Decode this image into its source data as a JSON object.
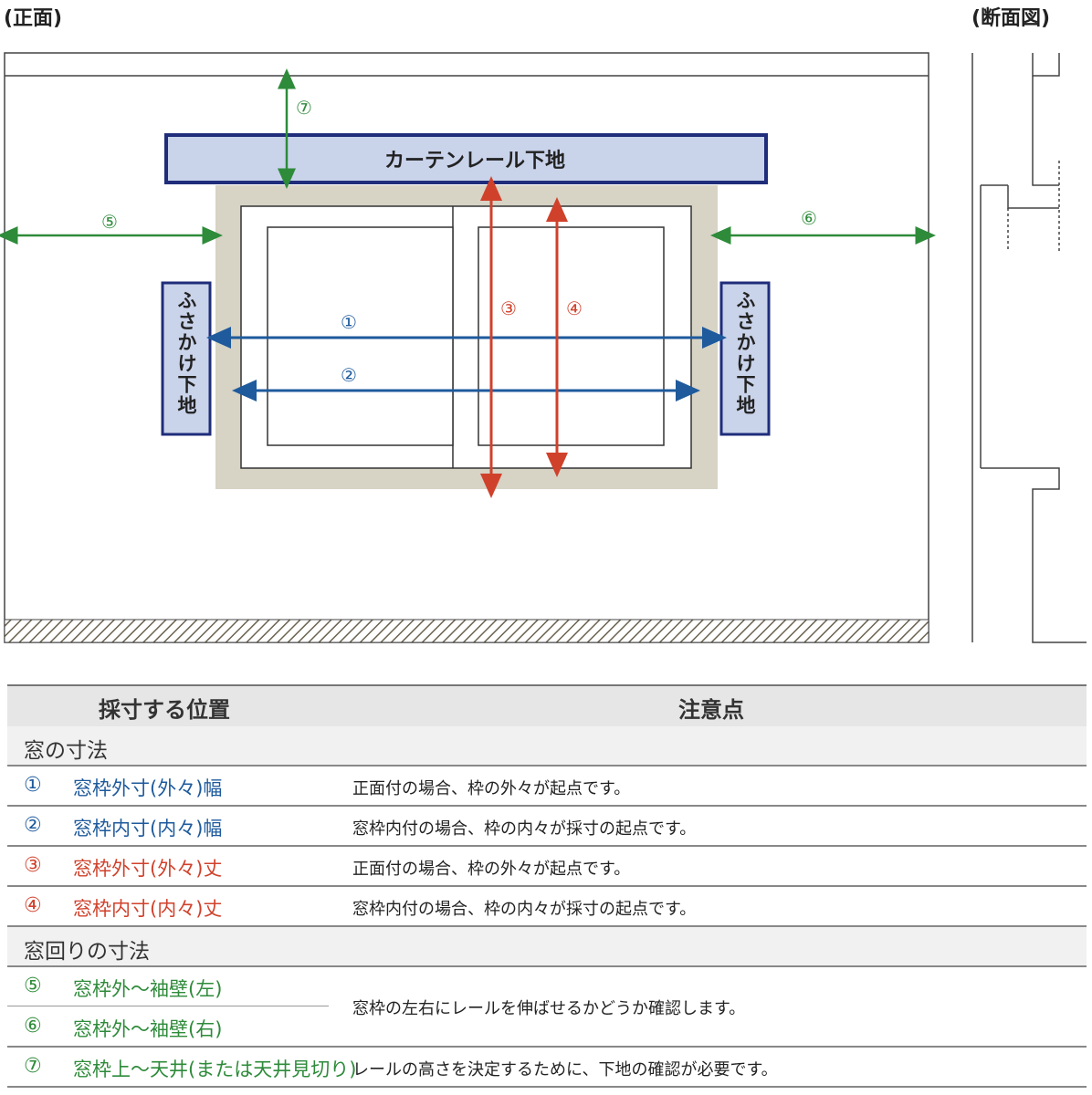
{
  "labels": {
    "front": "(正面)",
    "section": "(断面図)"
  },
  "diagram": {
    "rail_label": "カーテンレール下地",
    "tieback_left": "ふさかけ下地",
    "tieback_right": "ふさかけ下地",
    "markers": {
      "m1": "①",
      "m2": "②",
      "m3": "③",
      "m4": "④",
      "m5": "⑤",
      "m6": "⑥",
      "m7": "⑦"
    }
  },
  "colors": {
    "blue": "#1e5a9c",
    "red": "#d0412b",
    "green": "#2e8b3a",
    "rail_fill": "#c9d3ea",
    "rail_border": "#1f2d7a",
    "frame_fill": "#d7d3c5"
  },
  "table": {
    "header": {
      "col1": "採寸する位置",
      "col2": "注意点"
    },
    "section1": "窓の寸法",
    "section2": "窓回りの寸法",
    "rows": [
      {
        "num": "①",
        "name": "窓枠外寸(外々)幅",
        "note": "正面付の場合、枠の外々が起点です。"
      },
      {
        "num": "②",
        "name": "窓枠内寸(内々)幅",
        "note": "窓枠内付の場合、枠の内々が採寸の起点です。"
      },
      {
        "num": "③",
        "name": "窓枠外寸(外々)丈",
        "note": "正面付の場合、枠の外々が起点です。"
      },
      {
        "num": "④",
        "name": "窓枠内寸(内々)丈",
        "note": "窓枠内付の場合、枠の内々が採寸の起点です。"
      },
      {
        "num": "⑤",
        "name": "窓枠外〜袖壁(左)",
        "note": ""
      },
      {
        "num": "⑥",
        "name": "窓枠外〜袖壁(右)",
        "note": ""
      },
      {
        "num": "⑦",
        "name": "窓枠上〜天井(または天井見切り)",
        "note": "レールの高さを決定するために、下地の確認が必要です。"
      }
    ],
    "merged_note_56": "窓枠の左右にレールを伸ばせるかどうか確認します。"
  }
}
